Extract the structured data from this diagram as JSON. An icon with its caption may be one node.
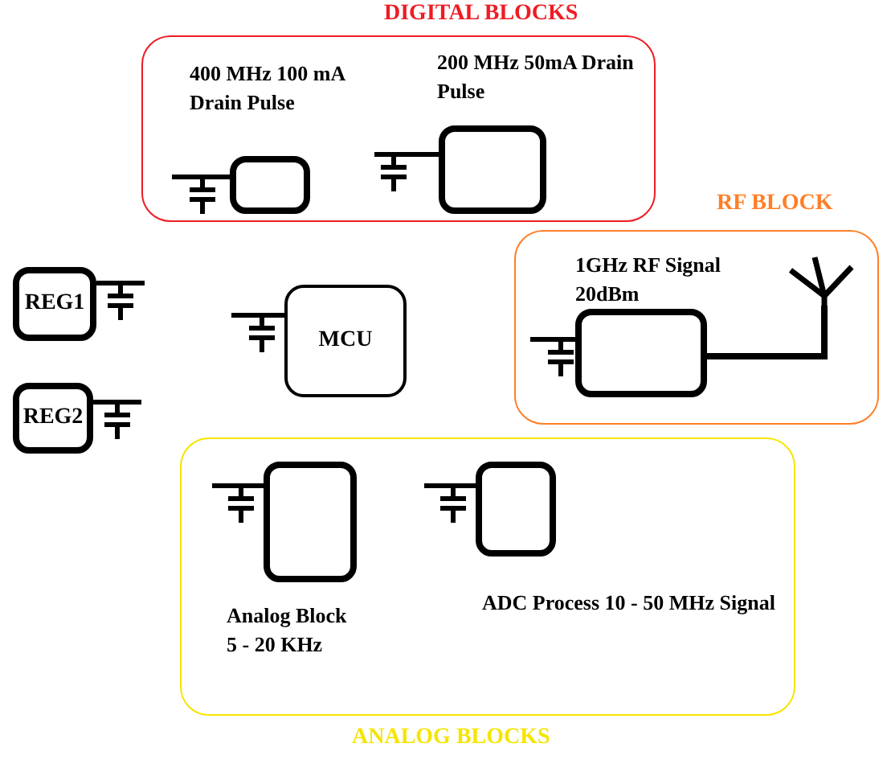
{
  "diagram": {
    "nodes": [
      {
        "text": [
          "DIGITAL BLOCKS"
        ]
      },
      {
        "text": [],
        "shape": "box",
        "in": 0,
        "beside": [
          "400 MHz 100 mA Drain Pulse"
        ]
      },
      {
        "text": [],
        "shape": "box",
        "in": 0,
        "beside": [
          "200 MHz 50mA Drain Pulse"
        ]
      },
      {
        "text": [
          "REG1"
        ]
      },
      {
        "text": [
          "REG2"
        ]
      },
      {
        "text": [
          "MCU"
        ]
      },
      {
        "text": [
          "RF BLOCK"
        ]
      },
      {
        "text": [],
        "shape": "box",
        "in": 6,
        "beside": [
          "1GHz RF Signal 20dBm"
        ]
      },
      {
        "text": [],
        "shape": "antenna",
        "in": 6
      },
      {
        "text": [
          "ANALOG BLOCKS"
        ]
      },
      {
        "text": [],
        "shape": "box",
        "in": 9,
        "beside": [
          "Analog Block 5 - 20 KHz"
        ]
      },
      {
        "text": [],
        "shape": "box",
        "in": 9,
        "beside": [
          "ADC Process 10 - 50 MHz Signal"
        ]
      }
    ],
    "edges": [
      {
        "from": 7,
        "to": 8,
        "arrow": "none"
      }
    ]
  }
}
